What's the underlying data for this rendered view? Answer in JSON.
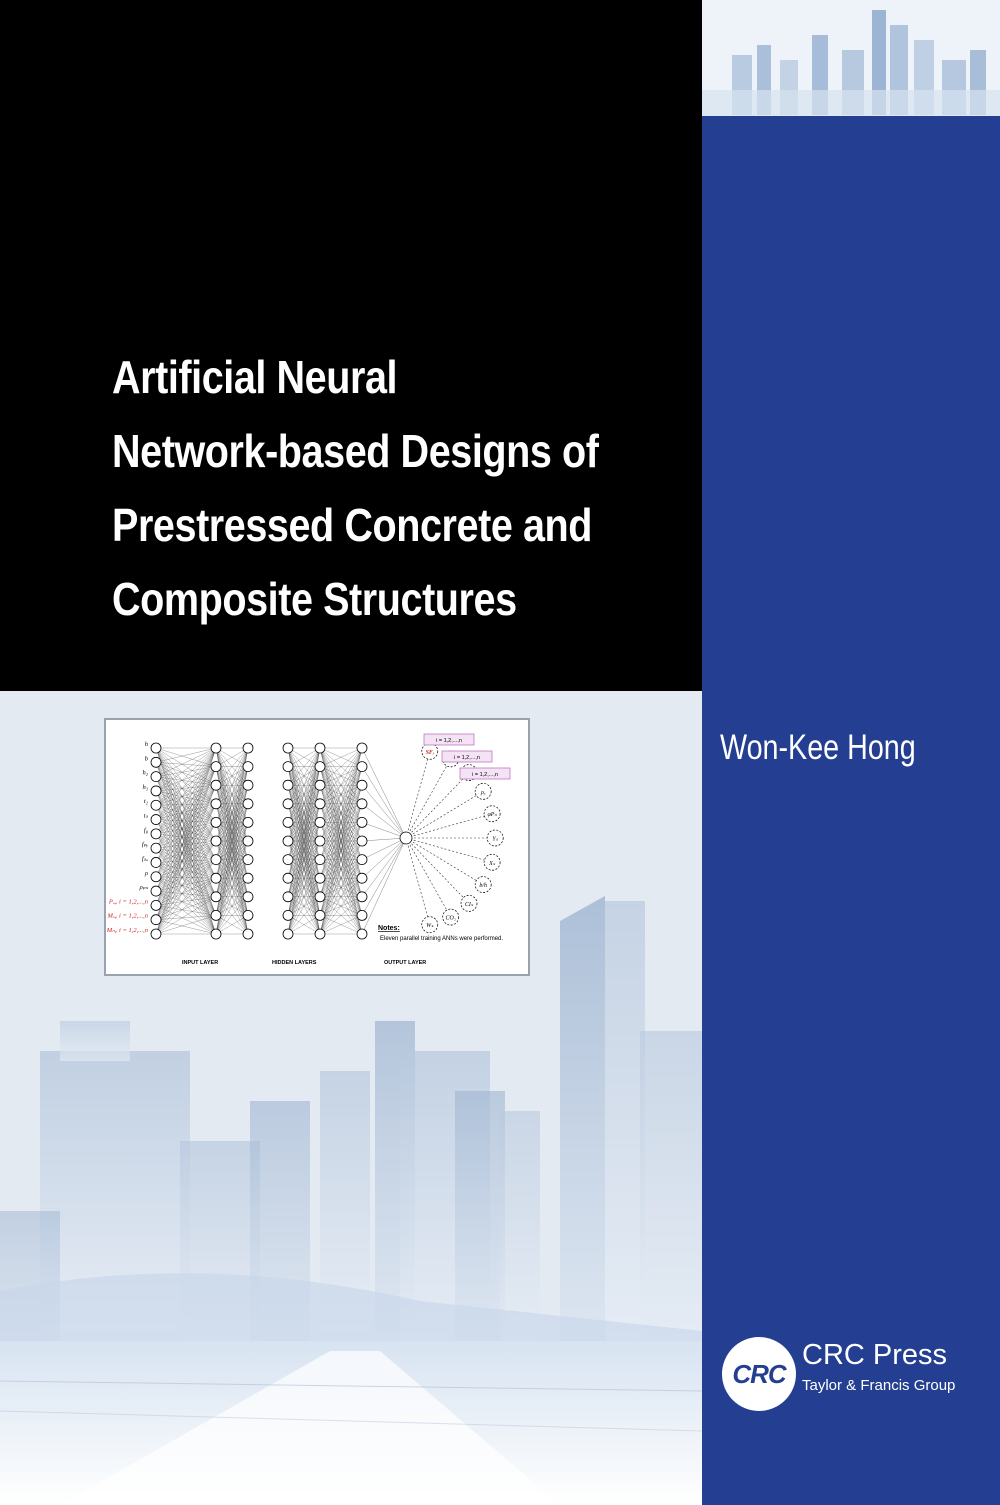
{
  "cover": {
    "title_lines": [
      "Artificial Neural",
      "Network-based Designs of",
      "Prestressed Concrete and",
      "Composite Structures"
    ],
    "author": "Won-Kee Hong",
    "publisher": {
      "logo_text": "CRC",
      "name": "CRC Press",
      "group": "Taylor & Francis Group"
    },
    "colors": {
      "black_panel": "#000000",
      "blue_panel": "#243f92",
      "title_text": "#ffffff",
      "network_red": "#cc2222"
    }
  },
  "figure": {
    "input_labels": [
      "h",
      "b",
      "h₂",
      "h₃",
      "t₂",
      "tₛ",
      "f₈",
      "fₚᵧ",
      "fₛᵤ",
      "ρ",
      "ρₚₛ",
      "Pᵤ,ᵢ i = 1,2,...,n",
      "Mᵤ,ᵢ i = 1,2,...,n",
      "Mₙ,ᵢ i = 1,2,...,n"
    ],
    "output_labels": [
      "SFᵢ",
      "εₚ,ᵢ",
      "εₛ,ᵢ",
      "ρᵤ",
      "φPₙ",
      "Yₛ",
      "Xₛ",
      "b/h",
      "CIₛ",
      "CO₂",
      "Wₛ"
    ],
    "range_tags": [
      "i = 1,2,...,n",
      "i = 1,2,...,n",
      "i = 1,2,...,n"
    ],
    "notes_title": "Notes:",
    "notes_text": "Eleven parallel training ANNs were performed.",
    "layer_labels": [
      "INPUT LAYER",
      "HIDDEN LAYERS",
      "OUTPUT LAYER"
    ]
  }
}
